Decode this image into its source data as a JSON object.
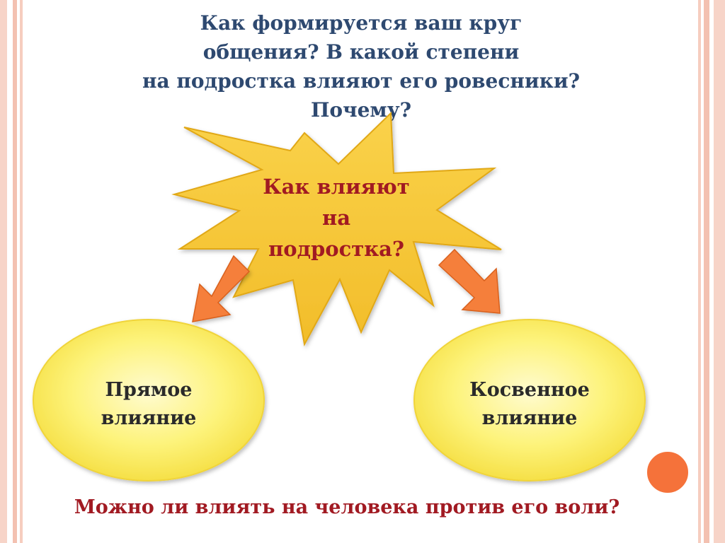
{
  "title_lines": [
    "Как формируется ваш круг",
    "общения? В какой степени",
    "на подростка влияют его ровесники?",
    "Почему?"
  ],
  "center": {
    "lines": [
      "Как влияют",
      "на",
      "подростка?"
    ]
  },
  "left_node": {
    "lines": [
      "Прямое",
      "влияние"
    ]
  },
  "right_node": {
    "lines": [
      "Косвенное",
      "влияние"
    ]
  },
  "bottom_question": "Можно ли влиять на человека против его воли?",
  "colors": {
    "title": "#2e4970",
    "accent_red": "#a11a22",
    "star_fill": "#f7c83a",
    "star_edge": "#e3aa1c",
    "ellipse_fill": "#fdf26a",
    "arrow_fill": "#f57f3a",
    "frame_pink": "#f6cdbf",
    "frame_light": "#fbe5dc",
    "dot_orange": "#f5723a"
  }
}
